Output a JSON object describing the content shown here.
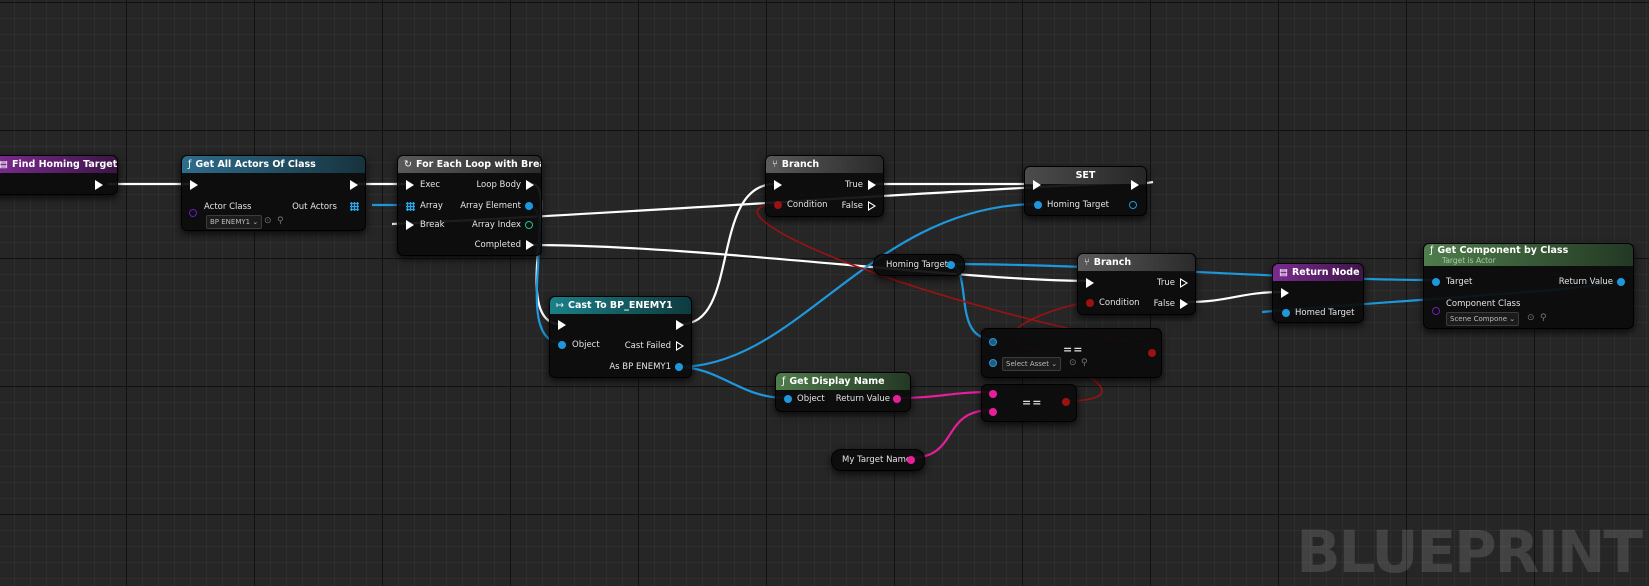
{
  "graph": {
    "watermark": "BLUEPRINT",
    "wire_colors": {
      "exec": "#ffffff",
      "object": "#1e98dc",
      "string": "#e61e9a",
      "bool": "#9c1212",
      "class": "#6a1fb5"
    }
  },
  "nodes": {
    "find_homing_target": {
      "title": "Find Homing Target"
    },
    "get_all_actors": {
      "title": "Get All Actors Of Class",
      "actor_class_label": "Actor Class",
      "actor_class_value": "BP ENEMY1",
      "out_actors_label": "Out Actors"
    },
    "for_each": {
      "title": "For Each Loop with Break",
      "exec": "Exec",
      "array": "Array",
      "break": "Break",
      "loop_body": "Loop Body",
      "array_element": "Array Element",
      "array_index": "Array Index",
      "completed": "Completed"
    },
    "cast": {
      "title": "Cast To BP_ENEMY1",
      "object": "Object",
      "cast_failed": "Cast Failed",
      "as_enemy": "As BP ENEMY1"
    },
    "branch1": {
      "title": "Branch",
      "condition": "Condition",
      "true": "True",
      "false": "False"
    },
    "set": {
      "title": "SET",
      "homing_target": "Homing Target"
    },
    "homing_target_getter": {
      "label": "Homing Target"
    },
    "branch2": {
      "title": "Branch",
      "condition": "Condition",
      "true": "True",
      "false": "False"
    },
    "return_node": {
      "title": "Return Node",
      "homed_target": "Homed Target"
    },
    "get_component": {
      "title": "Get Component by Class",
      "subtitle": "Target is Actor",
      "target": "Target",
      "return_value": "Return Value",
      "component_class": "Component Class",
      "component_class_value": "Scene Compone"
    },
    "equal_object": {
      "symbol": "==",
      "select_asset": "Select Asset"
    },
    "get_display_name": {
      "title": "Get Display Name",
      "object": "Object",
      "return_value": "Return Value"
    },
    "equal_string": {
      "symbol": "=="
    },
    "my_target_name": {
      "label": "My Target Name"
    }
  }
}
